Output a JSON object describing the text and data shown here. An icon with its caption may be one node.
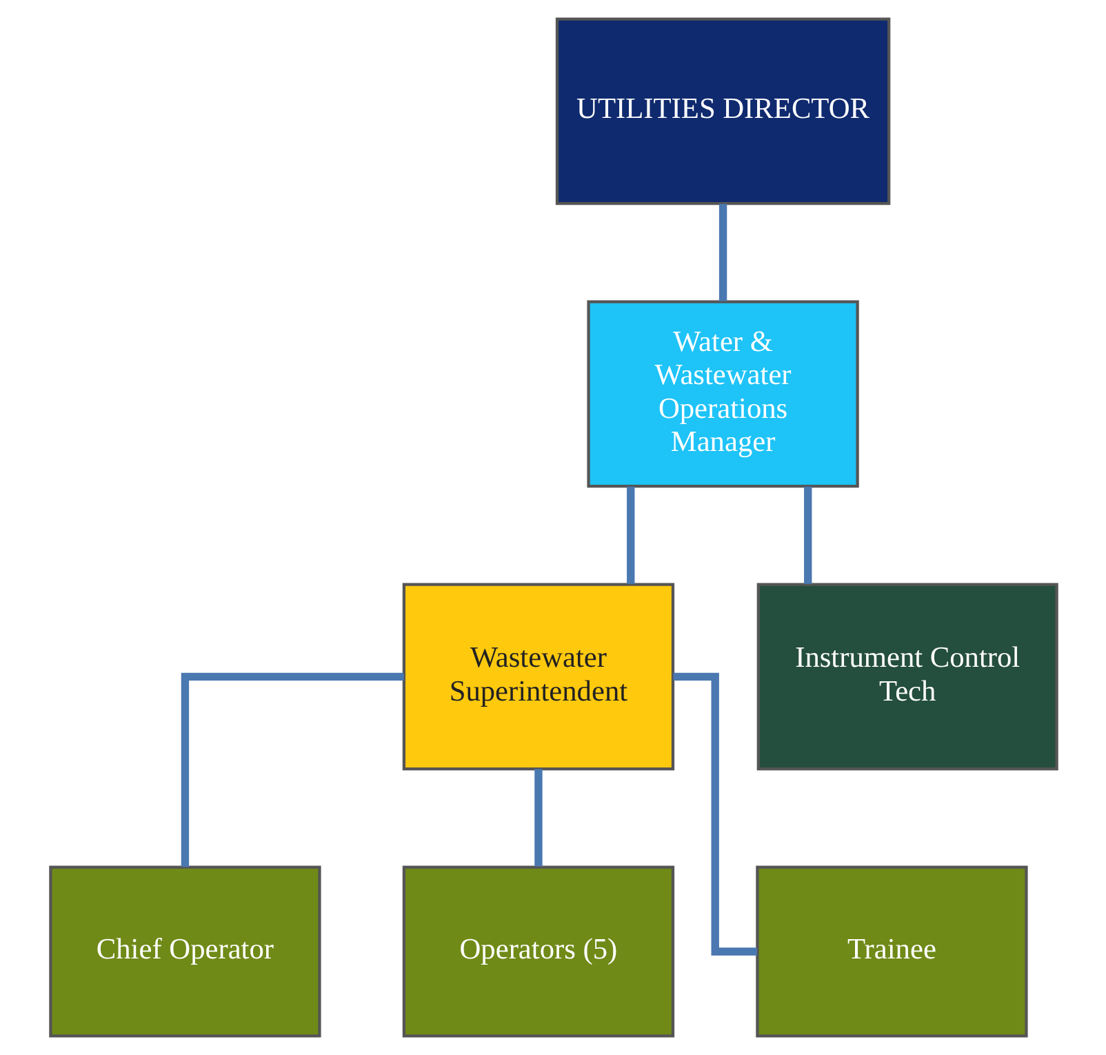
{
  "diagram": {
    "nodes": [
      {
        "text": [
          "UTILITIES DIRECTOR"
        ]
      },
      {
        "text": [
          "Water & Wastewater Operations Manager"
        ]
      },
      {
        "text": [
          "Wastewater Superintendent"
        ]
      },
      {
        "text": [
          "Instrument Control Tech"
        ]
      },
      {
        "text": [
          "Chief Operator"
        ]
      },
      {
        "text": [
          "Operators (5)"
        ]
      },
      {
        "text": [
          "Trainee"
        ]
      }
    ],
    "edges": [
      {
        "from": 0,
        "to": 1,
        "arrow": "none"
      },
      {
        "from": 1,
        "to": 2,
        "arrow": "none"
      },
      {
        "from": 1,
        "to": 3,
        "arrow": "none"
      },
      {
        "from": 2,
        "to": 4,
        "arrow": "none"
      },
      {
        "from": 2,
        "to": 5,
        "arrow": "none"
      },
      {
        "from": 2,
        "to": 6,
        "arrow": "none"
      }
    ]
  }
}
